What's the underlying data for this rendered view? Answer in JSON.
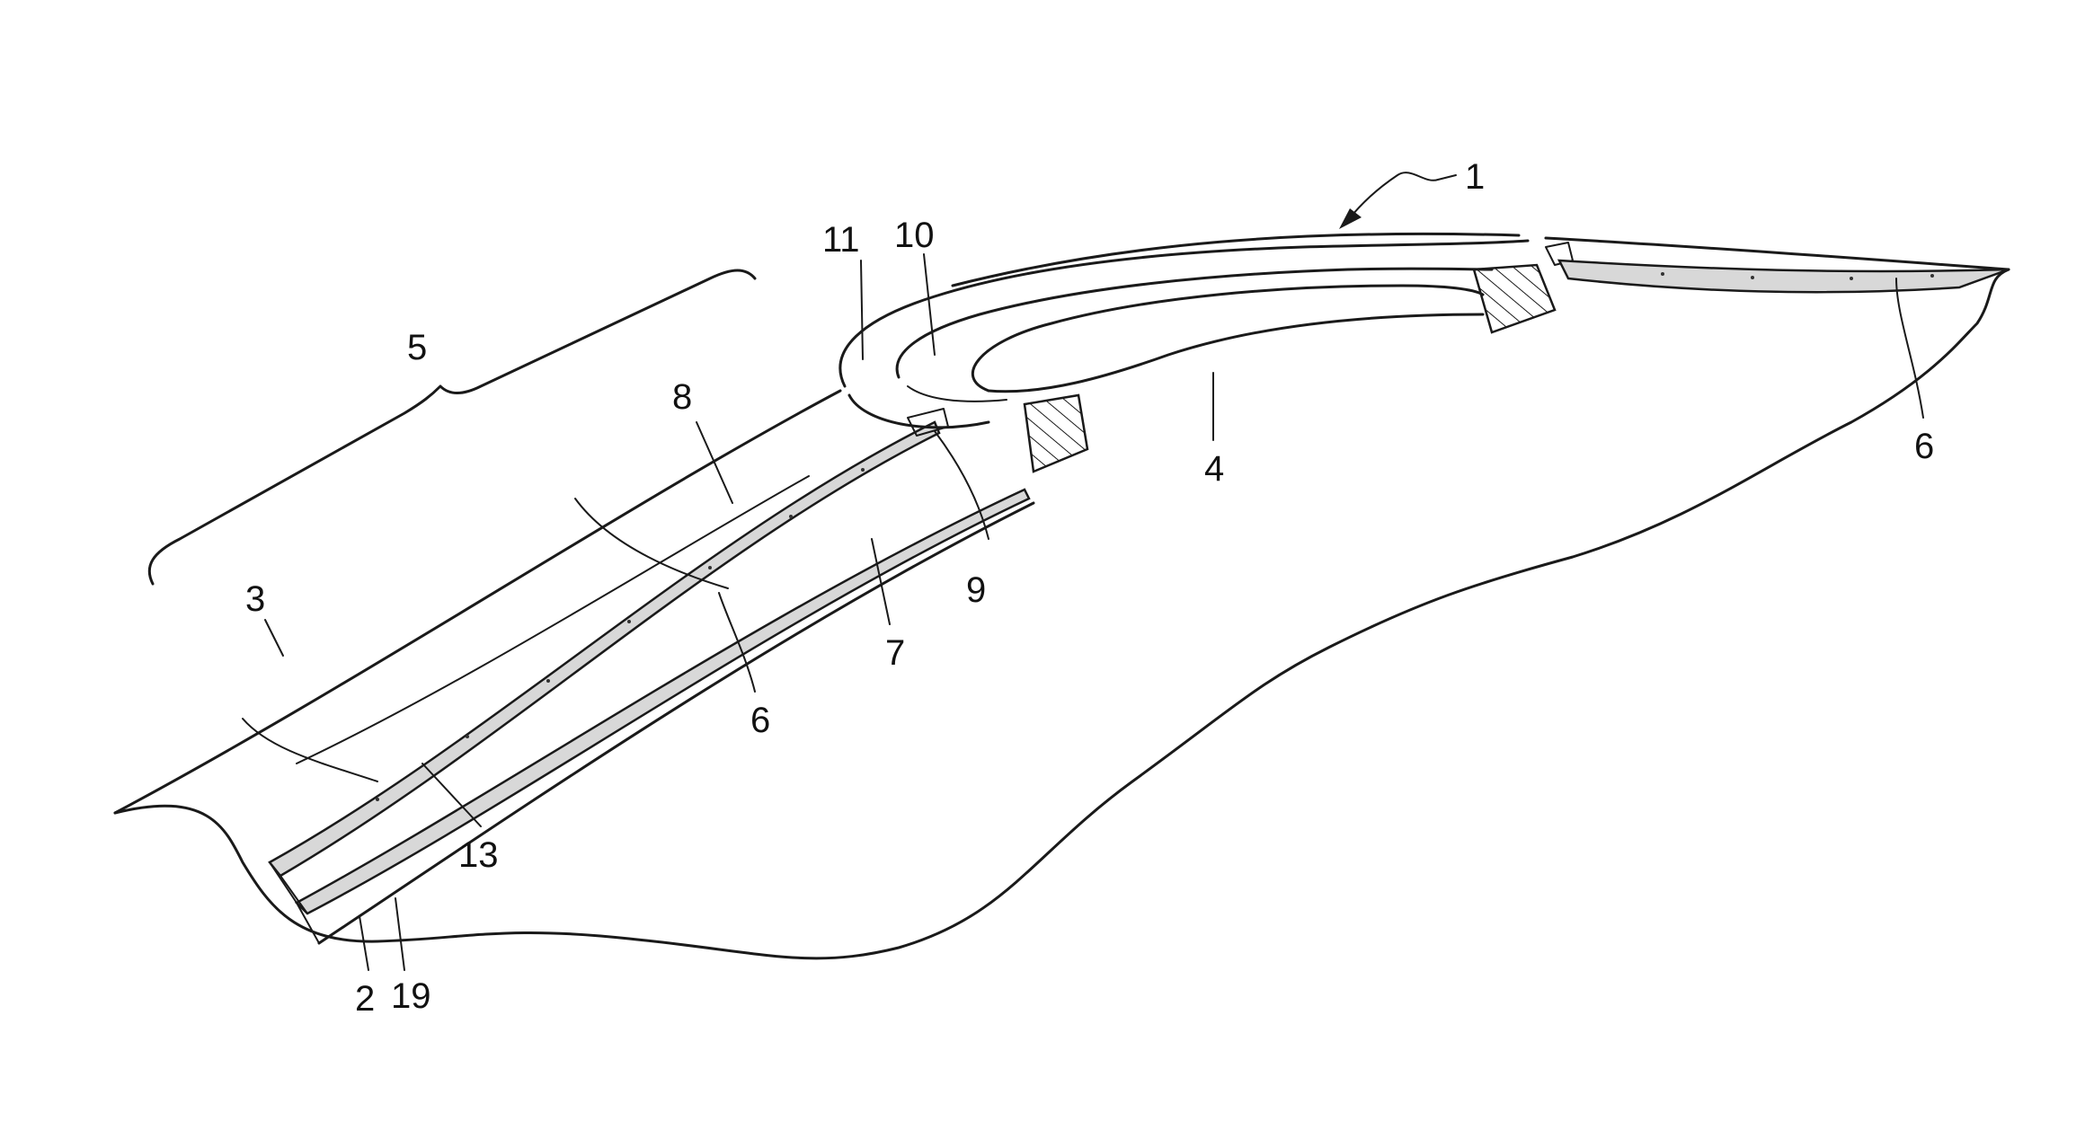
{
  "figure": {
    "labels": {
      "l1": "1",
      "l2": "2",
      "l3": "3",
      "l4": "4",
      "l5": "5",
      "l6a": "6",
      "l6b": "6",
      "l7": "7",
      "l8": "8",
      "l9": "9",
      "l10": "10",
      "l11": "11",
      "l13": "13",
      "l19": "19"
    }
  }
}
